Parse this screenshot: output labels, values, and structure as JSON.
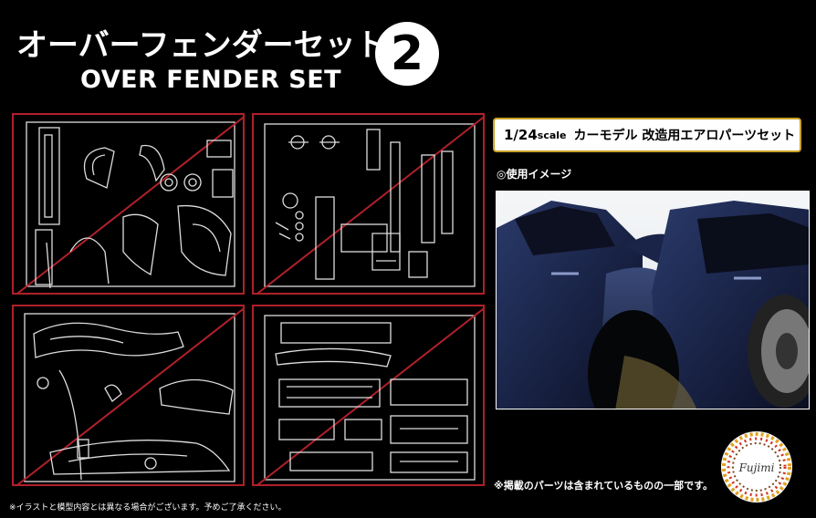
{
  "title": {
    "jp": "オーバーフェンダーセット",
    "en": "OVER FENDER SET",
    "number": "2"
  },
  "scale_box": {
    "scale": "1/24",
    "scale_unit": "scale",
    "description": "カーモデル 改造用エアロパーツセット"
  },
  "usage_label": "◎使用イメージ",
  "notes": {
    "parts_note": "※掲載のパーツは含まれているものの一部です。",
    "illustration_note": "※イラストと模型内容とは異なる場合がございます。予めご了承ください。"
  },
  "logo": {
    "text": "Fujimi"
  },
  "colors": {
    "background": "#000000",
    "panel_border": "#b0202a",
    "scale_box_border": "#c9a227",
    "part_outline": "#dddddd"
  }
}
